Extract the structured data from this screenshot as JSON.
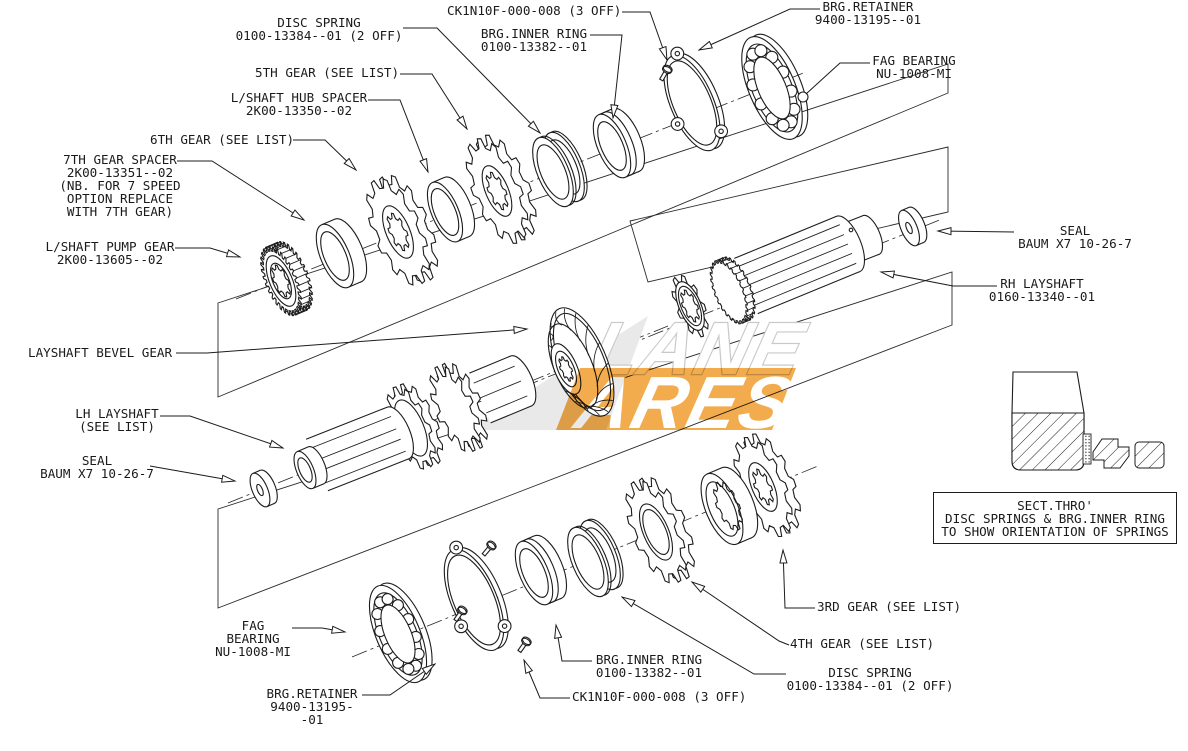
{
  "diagram": {
    "title_hint": "layshaft exploded parts diagram",
    "background": "#ffffff",
    "line_color": "#1c1c1c",
    "labels": {
      "disc_spring_top": "DISC SPRING\n0100-13384--01 (2 OFF)",
      "ck1n10f_top": "CK1N10F-000-008 (3 OFF)",
      "brg_inner_ring_top": "BRG.INNER RING\n0100-13382--01",
      "brg_retainer_top": "BRG.RETAINER\n9400-13195--01",
      "fag_bearing_top": "FAG BEARING\nNU-1008-MI",
      "fifth_gear": "5TH GEAR (SEE LIST)",
      "lshaft_hub_spacer": "L/SHAFT HUB SPACER\n2K00-13350--02",
      "sixth_gear": "6TH GEAR (SEE LIST)",
      "seventh_gear_spacer": "7TH GEAR SPACER\n2K00-13351--02\n(NB. FOR 7 SPEED\nOPTION REPLACE\nWITH 7TH GEAR)",
      "lshaft_pump_gear": "L/SHAFT PUMP GEAR\n2K00-13605--02",
      "seal_top": "SEAL\nBAUM X7 10-26-7",
      "rh_layshaft": "RH LAYSHAFT\n0160-13340--01",
      "layshaft_bevel_gear": "LAYSHAFT BEVEL GEAR",
      "lh_layshaft": "LH LAYSHAFT\n(SEE LIST)",
      "seal_bottom": "SEAL\nBAUM X7 10-26-7",
      "fag_bearing_bottom": "FAG BEARING\nNU-1008-MI",
      "brg_retainer_bottom": "BRG.RETAINER\n9400-13195--01",
      "ck1n10f_bottom": "CK1N10F-000-008 (3 OFF)",
      "brg_inner_ring_bottom": "BRG.INNER RING\n0100-13382--01",
      "disc_spring_bottom": "DISC SPRING\n0100-13384--01 (2 OFF)",
      "fourth_gear": "4TH GEAR (SEE LIST)",
      "third_gear": "3RD GEAR (SEE LIST)"
    },
    "note_box": "SECT.THRO'\nDISC SPRINGS & BRG.INNER RING\nTO SHOW ORIENTATION OF SPRINGS",
    "watermark": {
      "line1": "LANE",
      "line2": "ARES",
      "band_color": "#f2a845",
      "swoosh_color": "#e9e9e9",
      "letter_outline": "#c9c9c9"
    }
  }
}
